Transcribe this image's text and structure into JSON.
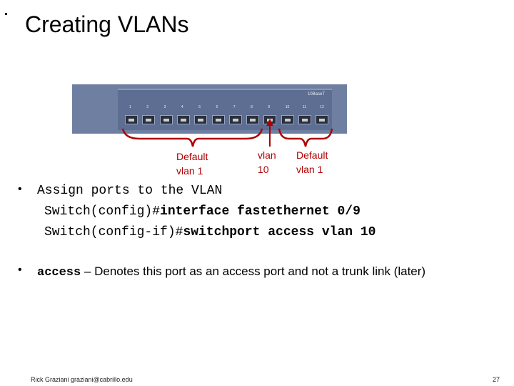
{
  "slide": {
    "title": "Creating VLANs",
    "switch": {
      "brand_label": "10BaseT",
      "ports": [
        "1",
        "2",
        "3",
        "4",
        "5",
        "6",
        "7",
        "8",
        "9",
        "10",
        "11",
        "12"
      ]
    },
    "annotations": {
      "left": "Default vlan 1",
      "middle": "vlan 10",
      "right": "Default vlan 1"
    },
    "bullet1": {
      "text": "Assign ports to the VLAN",
      "cmd1_prompt": "Switch(config)#",
      "cmd1_command": "interface fastethernet 0/9",
      "cmd2_prompt": "Switch(config-if)#",
      "cmd2_command": "switchport access vlan 10"
    },
    "bullet2": {
      "keyword": "access",
      "text": " – Denotes this port as an access port and not a trunk link (later)"
    },
    "footer": {
      "author": "Rick Graziani  graziani@cabrillo.edu",
      "page": "27"
    },
    "colors": {
      "annotation": "#b00000",
      "switch_body": "#6f7fa1"
    }
  }
}
